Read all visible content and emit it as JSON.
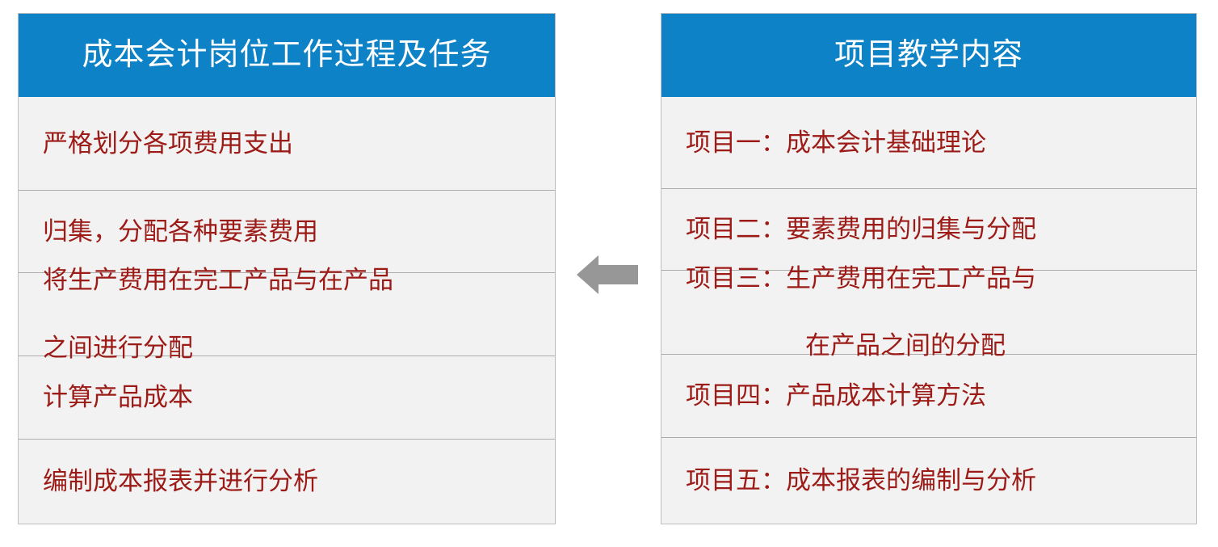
{
  "diagram": {
    "type": "two-column-mapping",
    "arrow": {
      "icon": "arrow-left-icon",
      "direction": "left",
      "color": "#979797",
      "meaning": "right column maps to left column"
    },
    "colors": {
      "header_blue": "#0E82C7",
      "header_text": "#FFFFFF",
      "row_background": "#F2F2F2",
      "row_text_red": "#9C1B17",
      "row_divider": "#ACACAC",
      "panel_border": "#BFBFBF",
      "page_background": "#FFFFFF"
    }
  },
  "left_panel": {
    "header": "成本会计岗位工作过程及任务",
    "rows": [
      {
        "text": "严格划分各项费用支出"
      },
      {
        "text": "归集，分配各种要素费用"
      },
      {
        "line1": "将生产费用在完工产品与在产品",
        "line2": "之间进行分配"
      },
      {
        "text": "计算产品成本"
      },
      {
        "text": "编制成本报表并进行分析"
      }
    ]
  },
  "right_panel": {
    "header": "项目教学内容",
    "rows": [
      {
        "text": "项目一：成本会计基础理论"
      },
      {
        "text": "项目二：要素费用的归集与分配"
      },
      {
        "line1": "项目三：生产费用在完工产品与",
        "line2": "在产品之间的分配"
      },
      {
        "text": "项目四：产品成本计算方法"
      },
      {
        "text": "项目五：成本报表的编制与分析"
      }
    ]
  }
}
